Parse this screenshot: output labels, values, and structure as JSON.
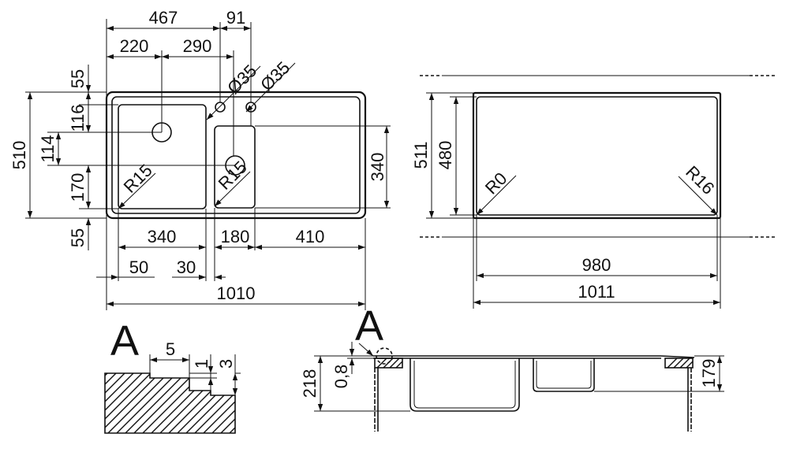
{
  "top_view": {
    "dims": {
      "d467": "467",
      "d91": "91",
      "d220": "220",
      "d290": "290",
      "d55_top": "55",
      "d116": "116",
      "d114": "114",
      "d170": "170",
      "d55_bottom": "55",
      "d510": "510",
      "d340_right": "340",
      "d340_bottom": "340",
      "d180": "180",
      "d410": "410",
      "d50": "50",
      "d30": "30",
      "d1010": "1010"
    },
    "holes": {
      "hole1": "Ø35",
      "hole2": "Ø35"
    },
    "radii": {
      "r_main_bowl": "R15",
      "r_small_bowl": "R15"
    }
  },
  "cutout_view": {
    "dims": {
      "d511": "511",
      "d480": "480",
      "d980": "980",
      "d1011": "1011"
    },
    "radii": {
      "r0": "R0",
      "r16": "R16"
    }
  },
  "detail_a": {
    "label": "A",
    "dims": {
      "d5": "5",
      "d1": "1",
      "d3": "3"
    }
  },
  "section_view": {
    "label": "A",
    "dims": {
      "d218": "218",
      "d08": "0,8",
      "d179": "179"
    }
  }
}
